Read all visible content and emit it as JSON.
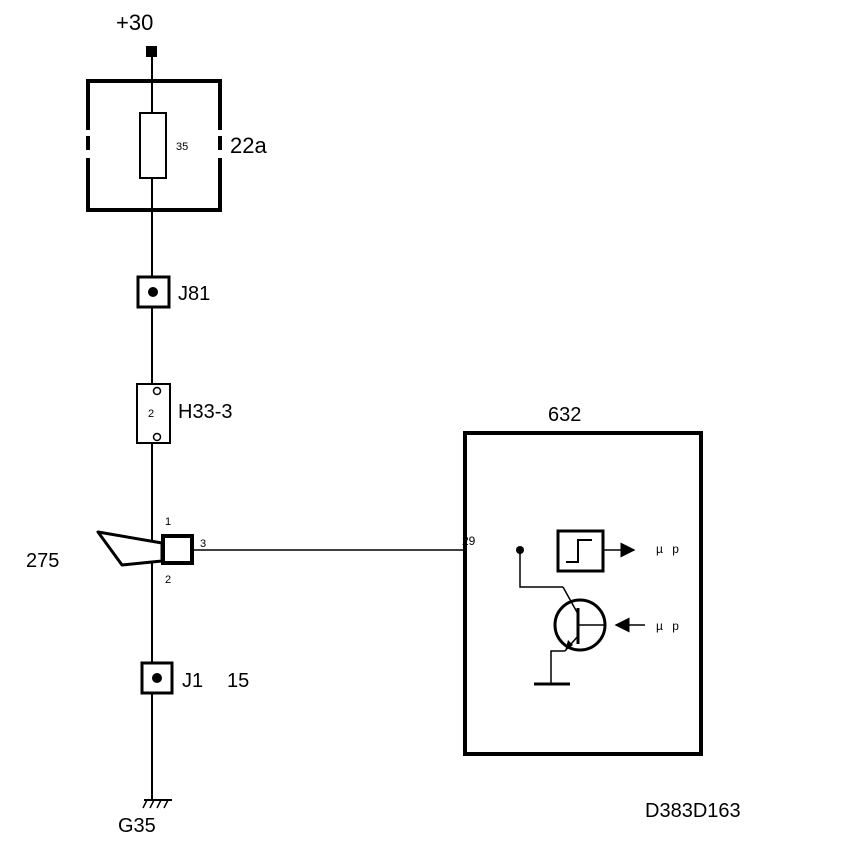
{
  "diagram": {
    "supply_label": "+30",
    "fuse_box_label": "22a",
    "fuse_value": "35",
    "connector_j81": "J81",
    "connector_h33": "H33-3",
    "connector_h33_pin": "2",
    "switch_label": "275",
    "switch_pin_1": "1",
    "switch_pin_2": "2",
    "switch_pin_3": "3",
    "connector_j1": "J1",
    "connector_j1_pin": "15",
    "ground_label": "G35",
    "module_label": "632",
    "module_pin": "29",
    "mu_p_top": "µ p",
    "mu_p_bottom": "µ p",
    "drawing_id": "D383D163"
  }
}
